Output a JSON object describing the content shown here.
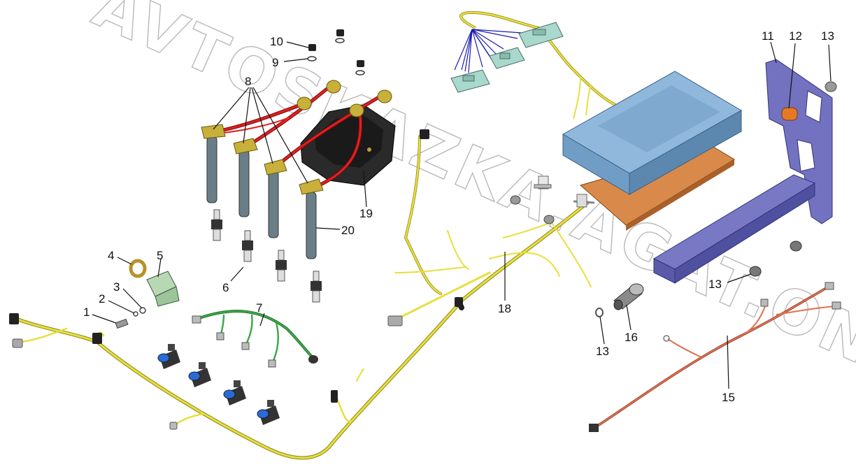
{
  "watermark": {
    "text": "AVTOSKAZKA.AGAT.ONLINE"
  },
  "callouts": [
    {
      "id": "1",
      "label": "1"
    },
    {
      "id": "2",
      "label": "2"
    },
    {
      "id": "3",
      "label": "3"
    },
    {
      "id": "4",
      "label": "4"
    },
    {
      "id": "5",
      "label": "5"
    },
    {
      "id": "6",
      "label": "6"
    },
    {
      "id": "7",
      "label": "7"
    },
    {
      "id": "8",
      "label": "8"
    },
    {
      "id": "9",
      "label": "9"
    },
    {
      "id": "10",
      "label": "10"
    },
    {
      "id": "11",
      "label": "11"
    },
    {
      "id": "12",
      "label": "12"
    },
    {
      "id": "13a",
      "label": "13"
    },
    {
      "id": "13b",
      "label": "13"
    },
    {
      "id": "13c",
      "label": "13"
    },
    {
      "id": "15",
      "label": "15"
    },
    {
      "id": "16",
      "label": "16"
    },
    {
      "id": "18",
      "label": "18"
    },
    {
      "id": "19",
      "label": "19"
    },
    {
      "id": "20",
      "label": "20"
    }
  ],
  "colors": {
    "harness_yellow": "#e8df3a",
    "ignition_wire_red": "#d81c1c",
    "injector_harness_green": "#2e9e3a",
    "sensor_harness_red": "#e0704f",
    "ecu_blue": "#7fa9cf",
    "ecu_plate_orange": "#d98a4a",
    "bracket_purple": "#6a6ab4",
    "connector_teal": "#a9d8cc",
    "coil_black": "#222222",
    "brass": "#c9b03a"
  }
}
